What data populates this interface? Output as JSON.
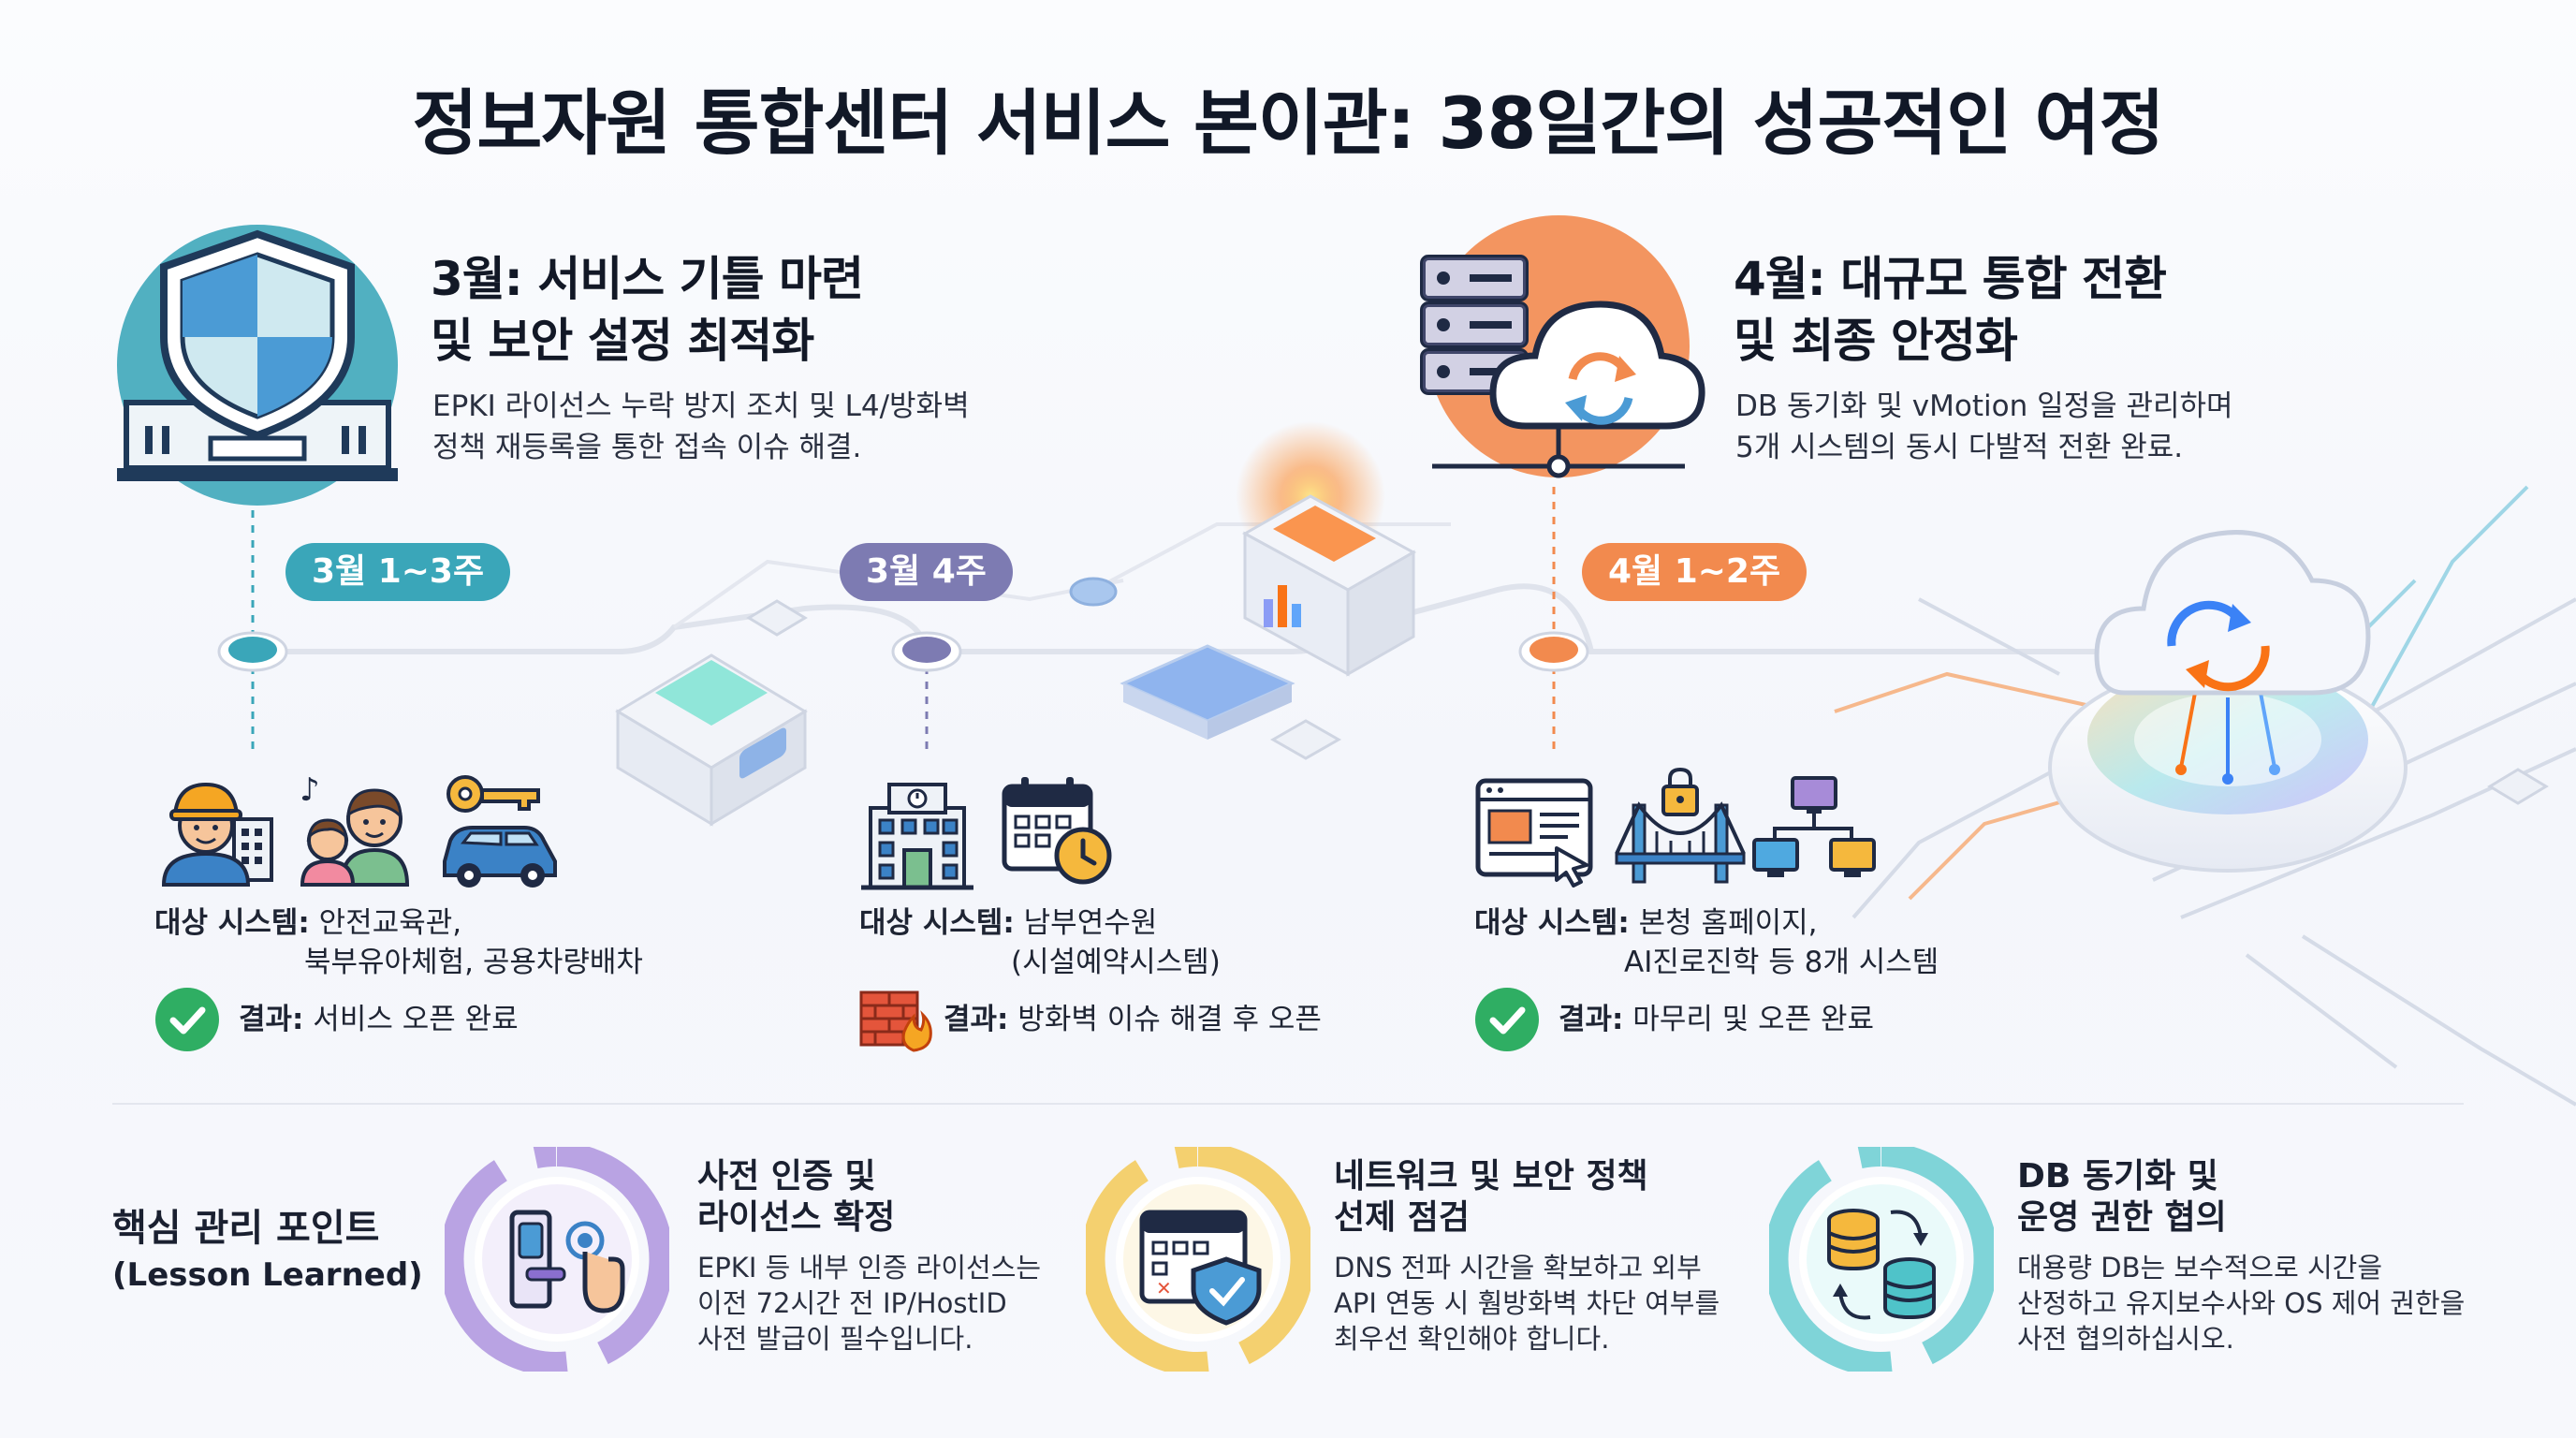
{
  "title": "정보자원 통합센터 서비스 본이관: 38일간의 성공적인 여정",
  "phases": [
    {
      "title_line1": "3월: 서비스 기틀 마련",
      "title_line2": "및 보안 설정 최적화",
      "desc_line1": "EPKI 라이선스 누락 방지 조치 및 L4/방화벽",
      "desc_line2": "정책 재등록을 통한 접속 이슈 해결.",
      "icon": "shield-server-icon",
      "color": "#3aa6b9"
    },
    {
      "title_line1": "4월: 대규모 통합 전환",
      "title_line2": "및 최종 안정화",
      "desc_line1": "DB 동기화 및 vMotion 일정을 관리하며",
      "desc_line2": "5개 시스템의 동시 다발적 전환 완료.",
      "icon": "server-cloud-sync-icon",
      "color": "#f28a4e"
    }
  ],
  "milestones": [
    {
      "badge": "3월 1~3주",
      "color": "#3aa6b9",
      "icons": [
        "worker-icon",
        "family-icon",
        "car-key-icon"
      ],
      "target_prefix": "대상 시스템:",
      "target_line1": "안전교육관,",
      "target_line2": "북부유아체험, 공용차량배차",
      "result_prefix": "결과:",
      "result_text": "서비스 오픈 완료",
      "result_icon": "check-circle-icon"
    },
    {
      "badge": "3월 4주",
      "color": "#7d7bb2",
      "icons": [
        "building-icon",
        "calendar-clock-icon"
      ],
      "target_prefix": "대상 시스템:",
      "target_line1": "남부연수원",
      "target_line2": "(시설예약시스템)",
      "result_prefix": "결과:",
      "result_text": "방화벽 이슈 해결 후 오픈",
      "result_icon": "firewall-icon"
    },
    {
      "badge": "4월 1~2주",
      "color": "#f28a4e",
      "icons": [
        "webpage-icon",
        "secure-bridge-icon",
        "network-computers-icon"
      ],
      "target_prefix": "대상 시스템:",
      "target_line1": "본청 홈페이지,",
      "target_line2": "AI진로진학 등 8개 시스템",
      "result_prefix": "결과:",
      "result_text": "마무리 및 오픈 완료",
      "result_icon": "check-circle-icon"
    }
  ],
  "lessons": {
    "section_title": "핵심 관리 포인트",
    "section_subtitle": "(Lesson Learned)",
    "items": [
      {
        "title_line1": "사전 인증 및",
        "title_line2": "라이선스 확정",
        "desc_line1": "EPKI 등 내부 인증 라이선스는",
        "desc_line2": "이전 72시간 전 IP/HostID",
        "desc_line3": "사전 발급이 필수입니다.",
        "icon": "door-lock-touch-icon",
        "color": "#9b7fd0"
      },
      {
        "title_line1": "네트워크 및 보안 정책",
        "title_line2": "선제 점검",
        "desc_line1": "DNS 전파 시간을 확보하고 외부",
        "desc_line2": "API 연동 시 훰방화벽 차단 여부를",
        "desc_line3": "최우선 확인해야 합니다.",
        "icon": "calendar-shield-icon",
        "color": "#f2c94c"
      },
      {
        "title_line1": "DB 동기화 및",
        "title_line2": "운영 권한 협의",
        "desc_line1": "대용량 DB는 보수적으로 시간을",
        "desc_line2": "산정하고 유지보수사와 OS 제어 권한을",
        "desc_line3": "사전 협의하십시오.",
        "icon": "database-sync-icon",
        "color": "#4cc3c9"
      }
    ]
  }
}
